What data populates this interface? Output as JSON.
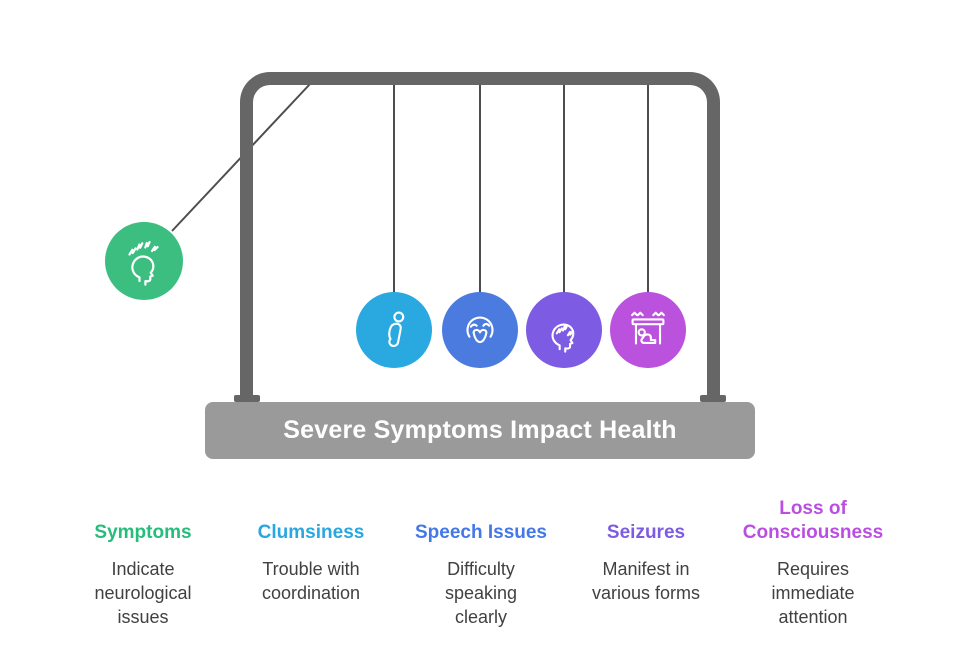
{
  "title_bar": {
    "label": "Severe Symptoms Impact Health"
  },
  "colors": {
    "frame": "#666666",
    "base": "#9a9a9a",
    "string": "#4d4d4d",
    "body_text": "#414141",
    "green": "#3cbe81",
    "cyan": "#29a9df",
    "blue": "#4b7bdf",
    "purple": "#7d5be2",
    "magenta": "#bb52de"
  },
  "pendulum": {
    "swung_ball": {
      "icon": "headache-head-with-lightning-icon",
      "color": "#3cbe81"
    },
    "hanging_balls": [
      {
        "icon": "stumbling-person-icon",
        "color": "#29a9df"
      },
      {
        "icon": "slurred-speech-face-icon",
        "color": "#4b7bdf"
      },
      {
        "icon": "seizure-head-icon",
        "color": "#7d5be2"
      },
      {
        "icon": "person-under-table-icon",
        "color": "#bb52de"
      }
    ]
  },
  "columns": [
    {
      "heading": "Symptoms",
      "heading_color": "#26bd7c",
      "description": "Indicate neurological issues"
    },
    {
      "heading": "Clumsiness",
      "heading_color": "#29a8e0",
      "description": "Trouble with coordination"
    },
    {
      "heading": "Speech Issues",
      "heading_color": "#4478e8",
      "description": "Difficulty speaking clearly"
    },
    {
      "heading": "Seizures",
      "heading_color": "#7d5be2",
      "description": "Manifest in various forms"
    },
    {
      "heading": "Loss of Consciousness",
      "heading_color": "#bb4ee2",
      "description": "Requires immediate attention"
    }
  ]
}
